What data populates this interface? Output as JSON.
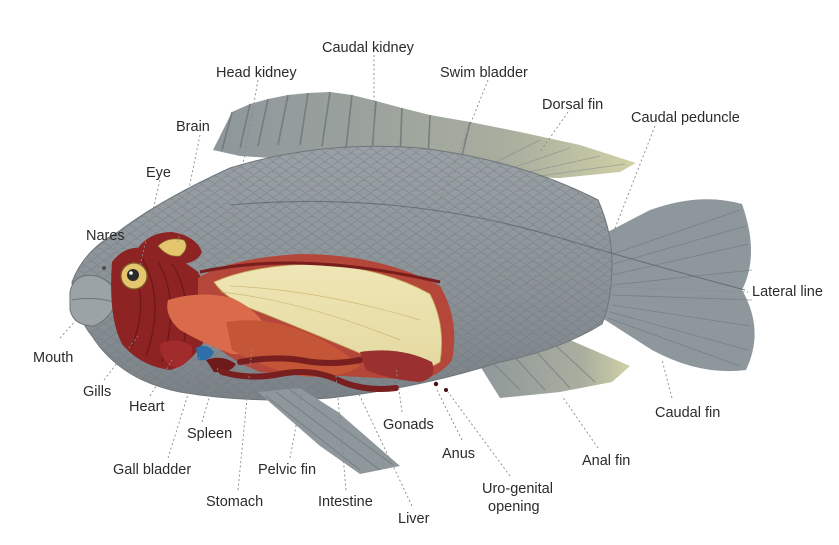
{
  "colors": {
    "body": "#8e969b",
    "body_light": "#a9b0b4",
    "fin": "#8f989c",
    "fin_tint": "#c9cca4",
    "swim_bladder": "#efe6b6",
    "swim_bladder_rim": "#b5473a",
    "organ_red": "#8e2323",
    "organ_orange": "#d96b4b",
    "eye_gold": "#e3c66e"
  },
  "labels": {
    "caudal_kidney": "Caudal kidney",
    "head_kidney": "Head kidney",
    "swim_bladder": "Swim bladder",
    "brain": "Brain",
    "dorsal_fin": "Dorsal fin",
    "caudal_peduncle": "Caudal peduncle",
    "eye": "Eye",
    "nares": "Nares",
    "lateral_line": "Lateral line",
    "mouth": "Mouth",
    "gills": "Gills",
    "heart": "Heart",
    "spleen": "Spleen",
    "gonads": "Gonads",
    "caudal_fin": "Caudal fin",
    "anus": "Anus",
    "anal_fin": "Anal fin",
    "gall_bladder": "Gall bladder",
    "pelvic_fin": "Pelvic fin",
    "uro_genital_line1": "Uro-genital",
    "uro_genital_line2": "opening",
    "stomach": "Stomach",
    "intestine": "Intestine",
    "liver": "Liver"
  }
}
